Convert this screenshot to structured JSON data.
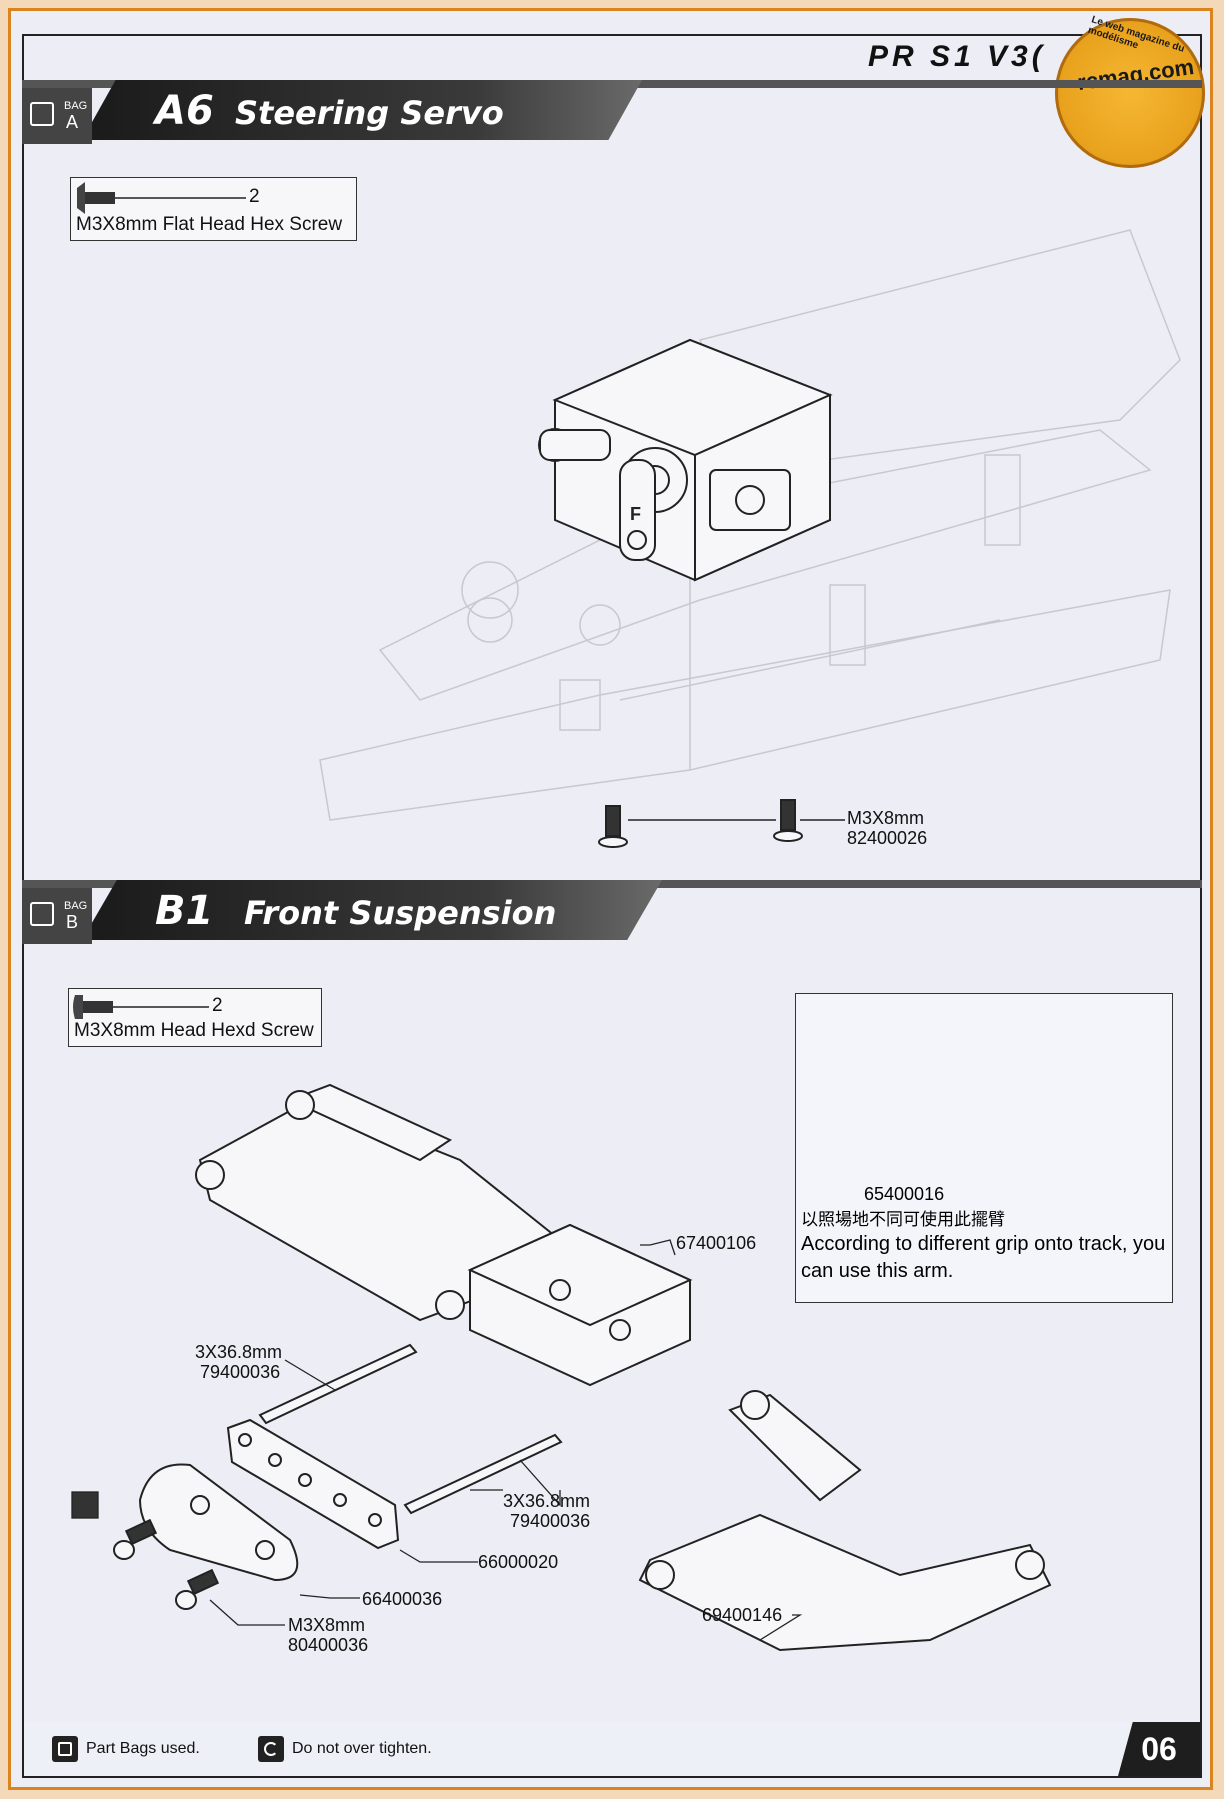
{
  "header": {
    "model": "PR S1 V3("
  },
  "watermark": {
    "site": "rcmag.com",
    "tagline": "Le web magazine du modélisme"
  },
  "sections": [
    {
      "step": "A6",
      "title": "Steering Servo",
      "bag_word": "BAG",
      "bag_letter": "A",
      "hardware": {
        "name": "M3X8mm Flat Head Hex Screw",
        "qty": "2"
      },
      "labels": {
        "screw_size": "M3X8mm",
        "screw_pn": "82400026"
      }
    },
    {
      "step": "B1",
      "title": "Front Suspension",
      "bag_word": "BAG",
      "bag_letter": "B",
      "hardware": {
        "name": "M3X8mm Head Hexd Screw",
        "qty": "2"
      },
      "labels": {
        "bulkhead": "67400106",
        "pin_left_size": "3X36.8mm",
        "pin_left_pn": "79400036",
        "pin_right_size": "3X36.8mm",
        "pin_right_pn": "79400036",
        "plate": "66000020",
        "brace": "66400036",
        "screw_size": "M3X8mm",
        "screw_pn": "80400036",
        "arm": "69400146"
      },
      "note": {
        "part": "65400016",
        "chinese": "以照場地不同可使用此擺臂",
        "english": "According to different grip onto track, you can use this arm."
      }
    }
  ],
  "footer": {
    "bags_text": "Part Bags used.",
    "tighten_text": "Do not over tighten.",
    "page": "06"
  },
  "colors": {
    "accent": "#d9841e",
    "banner": "#2a2a2a",
    "page": "#ecedf5"
  }
}
